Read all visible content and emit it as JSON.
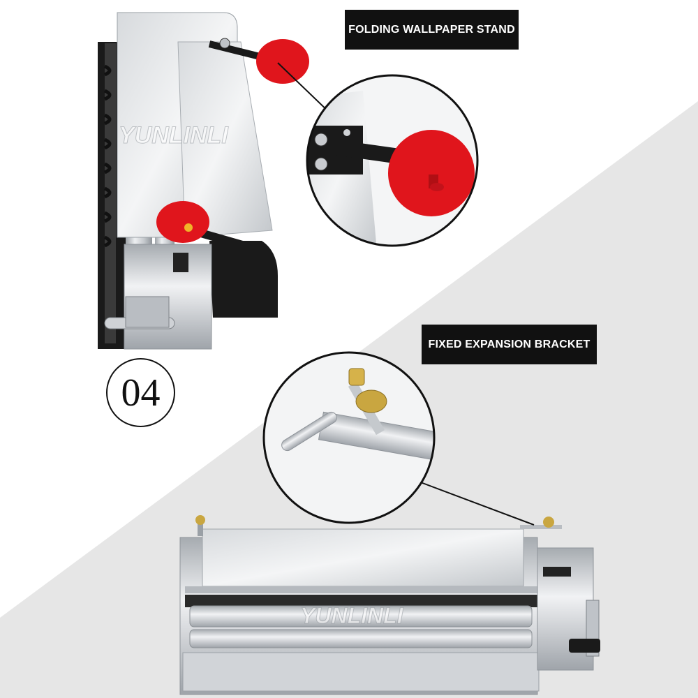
{
  "labels": {
    "top": "FOLDING WALLPAPER STAND",
    "middle": "FIXED EXPANSION BRACKET"
  },
  "step_number": "04",
  "watermark": "YUNLINLI",
  "colors": {
    "label_bg": "#111111",
    "label_text": "#ffffff",
    "background_gray": "#e6e6e6",
    "accent_red": "#e0151c",
    "steel": "#c9ccd0",
    "black_frame": "#1a1a1a"
  }
}
